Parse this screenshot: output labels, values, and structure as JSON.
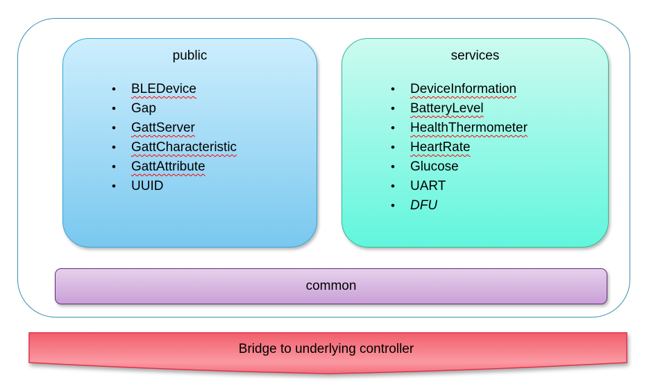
{
  "colors": {
    "outer_border": "#3390aa",
    "public_fill_top": "#cdeefd",
    "public_fill_bottom": "#79c8ef",
    "public_border": "#35a5d8",
    "services_fill_top": "#ccfaf0",
    "services_fill_bottom": "#61f6dd",
    "services_border": "#33b893",
    "common_fill_top": "#e6d0ec",
    "common_fill_bottom": "#c9a0d6",
    "common_border": "#5f2a7a",
    "bridge_fill_top": "#f15f6c",
    "bridge_fill_mid": "#fb99a2",
    "bridge_fill_bottom": "#f26f7c",
    "bridge_border": "#e0314b",
    "spellcheck_underline": "#ff0000"
  },
  "public_box": {
    "title": "public",
    "items": [
      {
        "label": "BLEDevice",
        "underline": true
      },
      {
        "label": "Gap",
        "underline": false
      },
      {
        "label": "GattServer",
        "underline": true
      },
      {
        "label": "GattCharacteristic",
        "underline": true
      },
      {
        "label": "GattAttribute",
        "underline": true
      },
      {
        "label": "UUID",
        "underline": false
      }
    ]
  },
  "services_box": {
    "title": "services",
    "items": [
      {
        "label": "DeviceInformation",
        "underline": true
      },
      {
        "label": "BatteryLevel",
        "underline": true
      },
      {
        "label": "HealthThermometer",
        "underline": true
      },
      {
        "label": "HeartRate",
        "underline": true
      },
      {
        "label": "Glucose",
        "underline": false
      },
      {
        "label": "UART",
        "underline": false
      },
      {
        "label": "DFU",
        "underline": false,
        "italic": true
      }
    ]
  },
  "common_bar": {
    "label": "common"
  },
  "bridge": {
    "label": "Bridge to underlying controller"
  }
}
